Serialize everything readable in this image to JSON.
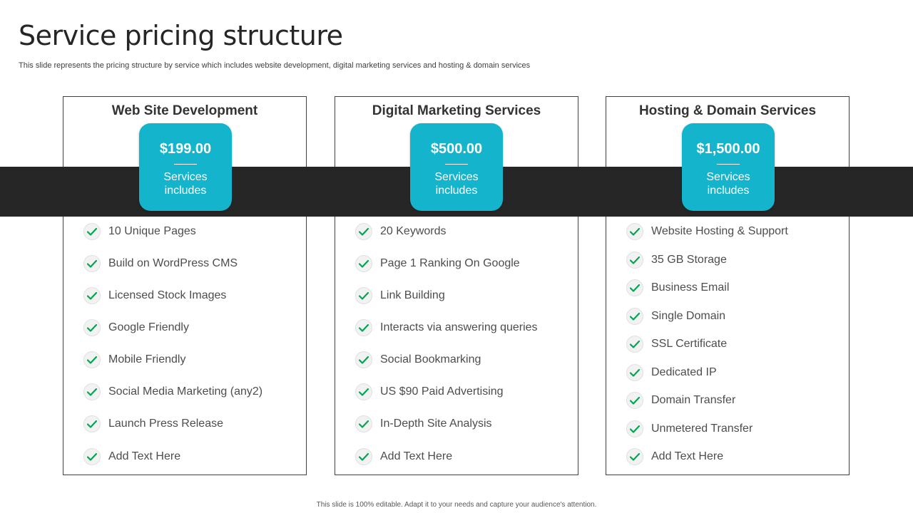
{
  "page": {
    "title": "Service pricing structure",
    "subtitle": "This slide represents the pricing structure by service which includes website development, digital marketing services and hosting & domain services",
    "footer": "This slide is 100% editable.  Adapt it to your needs and capture your audience's attention."
  },
  "colors": {
    "accent": "#13b4cc",
    "band": "#262626",
    "check": "#00a651"
  },
  "icons": {
    "item_icon": "check-icon"
  },
  "cards": [
    {
      "title": "Web Site Development",
      "price": "$199.00",
      "price_caption_1": "Services",
      "price_caption_2": "includes",
      "items": [
        "10 Unique Pages",
        "Build on WordPress CMS",
        "Licensed Stock Images",
        "Google Friendly",
        "Mobile Friendly",
        "Social Media Marketing (any2)",
        "Launch  Press Release",
        "Add Text Here"
      ]
    },
    {
      "title": "Digital Marketing Services",
      "price": "$500.00",
      "price_caption_1": "Services",
      "price_caption_2": "includes",
      "items": [
        "20 Keywords",
        "Page 1 Ranking On Google",
        "Link Building",
        "Interacts  via  answering queries",
        "Social Bookmarking",
        "US $90 Paid Advertising",
        "In-Depth  Site Analysis",
        "Add Text Here"
      ]
    },
    {
      "title": "Hosting & Domain Services",
      "price": "$1,500.00",
      "price_caption_1": "Services",
      "price_caption_2": "includes",
      "items": [
        "Website Hosting & Support",
        "35 GB Storage",
        "Business Email",
        "Single Domain",
        "SSL Certificate",
        "Dedicated IP",
        "Domain Transfer",
        "Unmetered Transfer",
        "Add Text Here"
      ]
    }
  ]
}
